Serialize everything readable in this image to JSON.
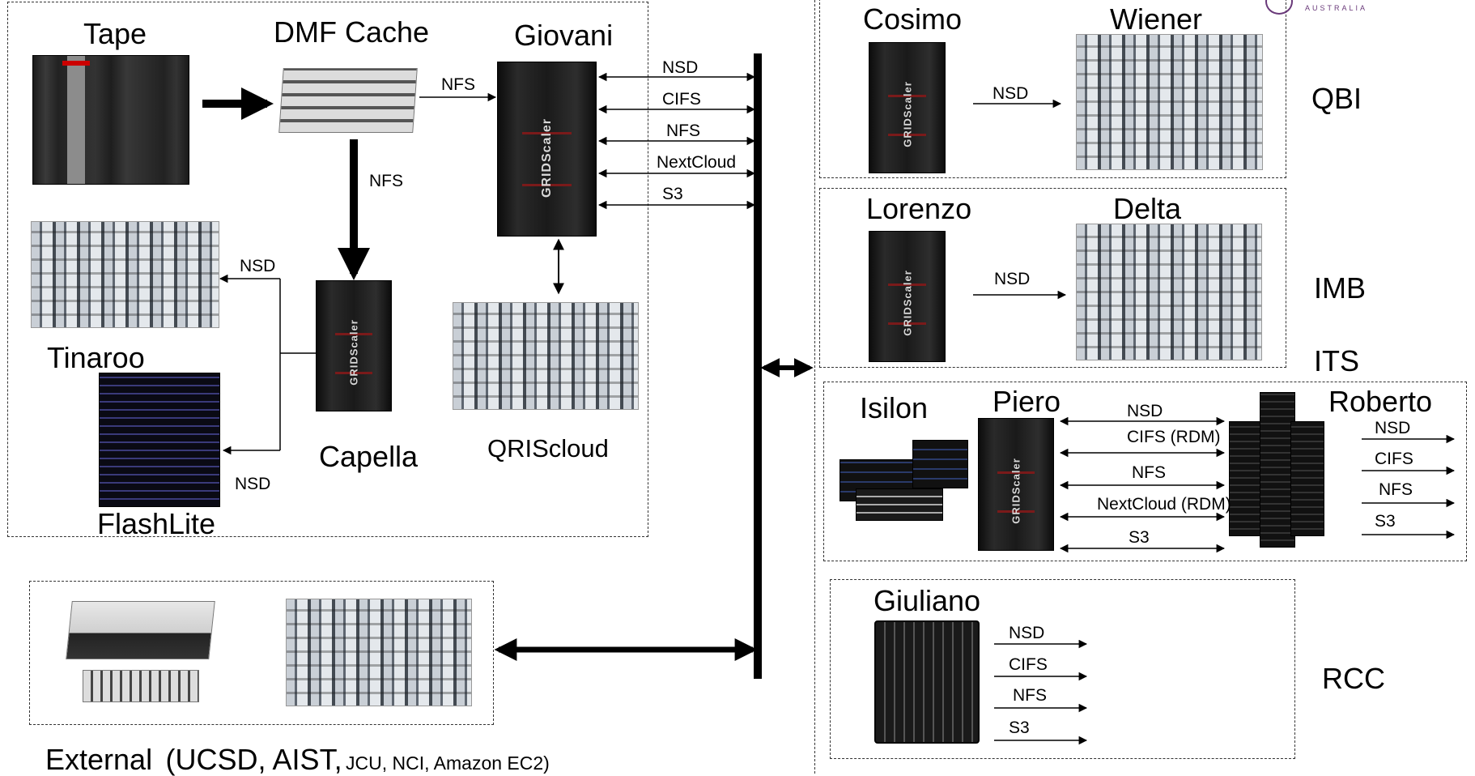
{
  "logo": {
    "text": "AUSTRALIA"
  },
  "nodes": {
    "tape": "Tape",
    "dmf_cache": "DMF Cache",
    "giovani": "Giovani",
    "tinaroo": "Tinaroo",
    "flashlite": "FlashLite",
    "capella": "Capella",
    "qriscloud": "QRIScloud",
    "external": "External",
    "external_major": "(UCSD, AIST,",
    "external_minor": "JCU, NCI, Amazon EC2)",
    "cosimo": "Cosimo",
    "wiener": "Wiener",
    "lorenzo": "Lorenzo",
    "delta": "Delta",
    "isilon": "Isilon",
    "piero": "Piero",
    "roberto": "Roberto",
    "giuliano": "Giuliano"
  },
  "groups": {
    "qbi": "QBI",
    "imb": "IMB",
    "its": "ITS",
    "rcc": "RCC"
  },
  "rack_label": "GRIDScaler",
  "protocols": {
    "nfs_dmf_giovani": "NFS",
    "nfs_dmf_capella": "NFS",
    "nsd_tinaroo": "NSD",
    "nsd_flashlite": "NSD",
    "giovani": [
      "NSD",
      "CIFS",
      "NFS",
      "NextCloud",
      "S3"
    ],
    "qbi": "NSD",
    "imb": "NSD",
    "piero": [
      "NSD",
      "CIFS (RDM)",
      "NFS",
      "NextCloud (RDM)",
      "S3"
    ],
    "roberto": [
      "NSD",
      "CIFS",
      "NFS",
      "S3"
    ],
    "giuliano": [
      "NSD",
      "CIFS",
      "NFS",
      "S3"
    ]
  }
}
